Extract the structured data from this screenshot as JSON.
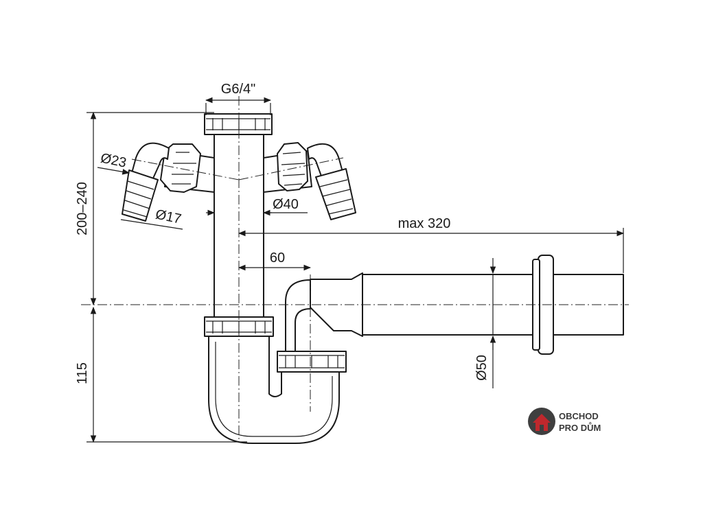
{
  "dimensions": {
    "thread": "G6/4\"",
    "inlet_hose_dia": "Ø23",
    "hose_end_dia": "Ø17",
    "pipe_dia": "Ø40",
    "height_range": "200–240",
    "trap_depth": "115",
    "max_length": "max 320",
    "offset": "60",
    "outlet_dia": "Ø50"
  },
  "logo": {
    "line1": "OBCHOD",
    "line2": "PRO DŮM",
    "icon": "house-icon",
    "color": "#c0282d"
  }
}
